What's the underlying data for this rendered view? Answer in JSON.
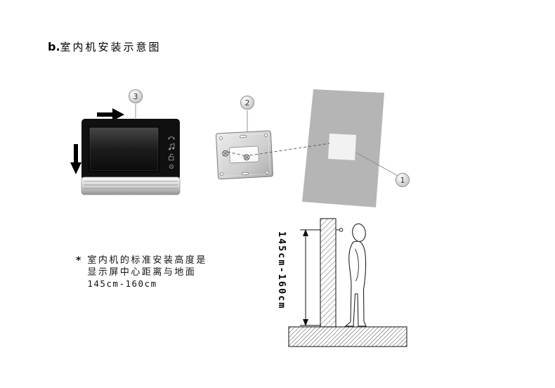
{
  "page": {
    "title_prefix": "b.",
    "title_text": "室内机安装示意图"
  },
  "callouts": {
    "one": "1",
    "two": "2",
    "three": "3"
  },
  "note": {
    "marker": "*",
    "lines": [
      "室内机的标准安装高度是",
      "显示屏中心距离与地面",
      "145cm-160cm"
    ]
  },
  "dimension": {
    "height_range": "145cm-160cm"
  },
  "colors": {
    "wall_gray": "#b5b5b5",
    "monitor_black": "#101010",
    "mount_hole_white": "#f2f2f2"
  },
  "icons": {
    "monitor_buttons": [
      "talk-icon",
      "melody-icon",
      "unlock-icon",
      "settings-icon"
    ],
    "direction_arrows": [
      "arrow-right-icon",
      "arrow-down-icon"
    ]
  }
}
